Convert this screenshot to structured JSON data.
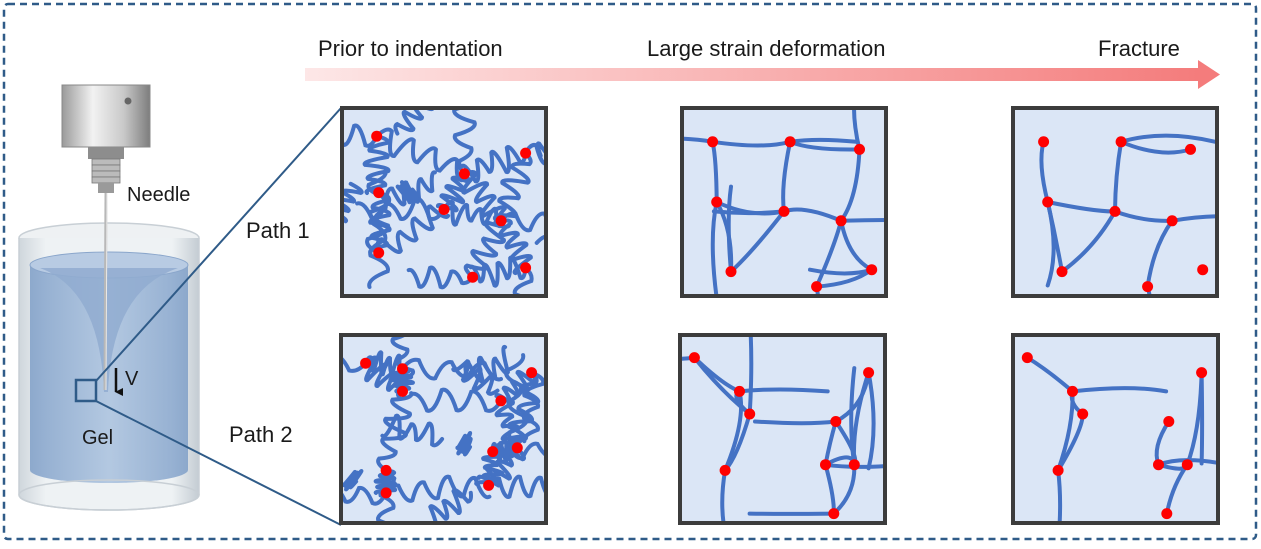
{
  "stages": {
    "prior": "Prior to indentation",
    "large": "Large strain deformation",
    "fracture": "Fracture"
  },
  "paths": {
    "path1": "Path 1",
    "path2": "Path 2"
  },
  "apparatus": {
    "needle_label": "Needle",
    "velocity_label": "V",
    "gel_label": "Gel"
  },
  "colors": {
    "frame_border": "#2f5b88",
    "panel_fill": "#dbe6f6",
    "panel_border": "#3c3c3c",
    "chain": "#4472c4",
    "crosslink": "#ff0000",
    "arrow_gradient_start": "#fde4e4",
    "arrow_gradient_end": "#f57f7f",
    "gel": "#9ab4d6"
  }
}
